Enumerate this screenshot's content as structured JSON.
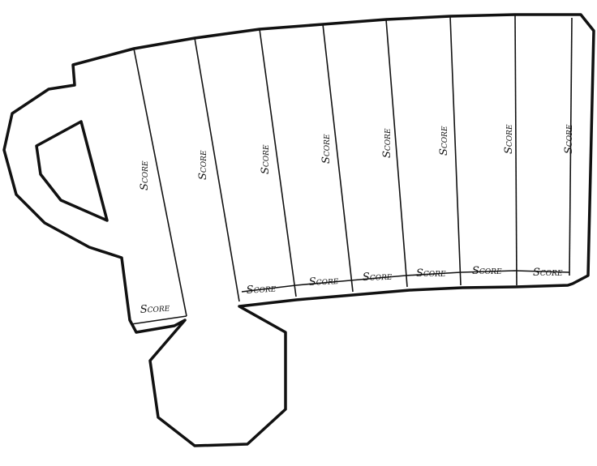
{
  "template": {
    "vertical_labels": [
      "Score",
      "Score",
      "Score",
      "Score",
      "Score",
      "Score",
      "Score",
      "Score"
    ],
    "bottom_labels": [
      "Score",
      "Score",
      "Score",
      "Score",
      "Score",
      "Score",
      "Score"
    ]
  },
  "colors": {
    "line": "#111111",
    "paper": "#ffffff"
  }
}
